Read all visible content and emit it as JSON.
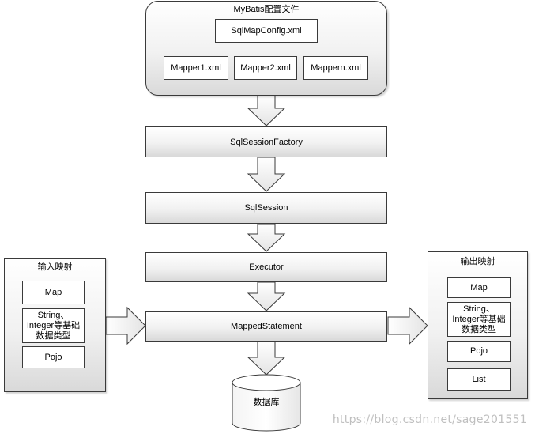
{
  "config_group": {
    "title": "MyBatis配置文件",
    "main_file": "SqlMapConfig.xml",
    "mappers": [
      "Mapper1.xml",
      "Mapper2.xml",
      "Mappern.xml"
    ]
  },
  "flow": {
    "factory": "SqlSessionFactory",
    "session": "SqlSession",
    "executor": "Executor",
    "mapped_statement": "MappedStatement",
    "database": "数据库"
  },
  "input_mapping": {
    "title": "输入映射",
    "items": [
      "Map",
      "String、\nInteger等基础\n数据类型",
      "Pojo"
    ]
  },
  "output_mapping": {
    "title": "输出映射",
    "items": [
      "Map",
      "String、\nInteger等基础\n数据类型",
      "Pojo",
      "List"
    ]
  },
  "watermark": "https://blog.csdn.net/sage201551"
}
